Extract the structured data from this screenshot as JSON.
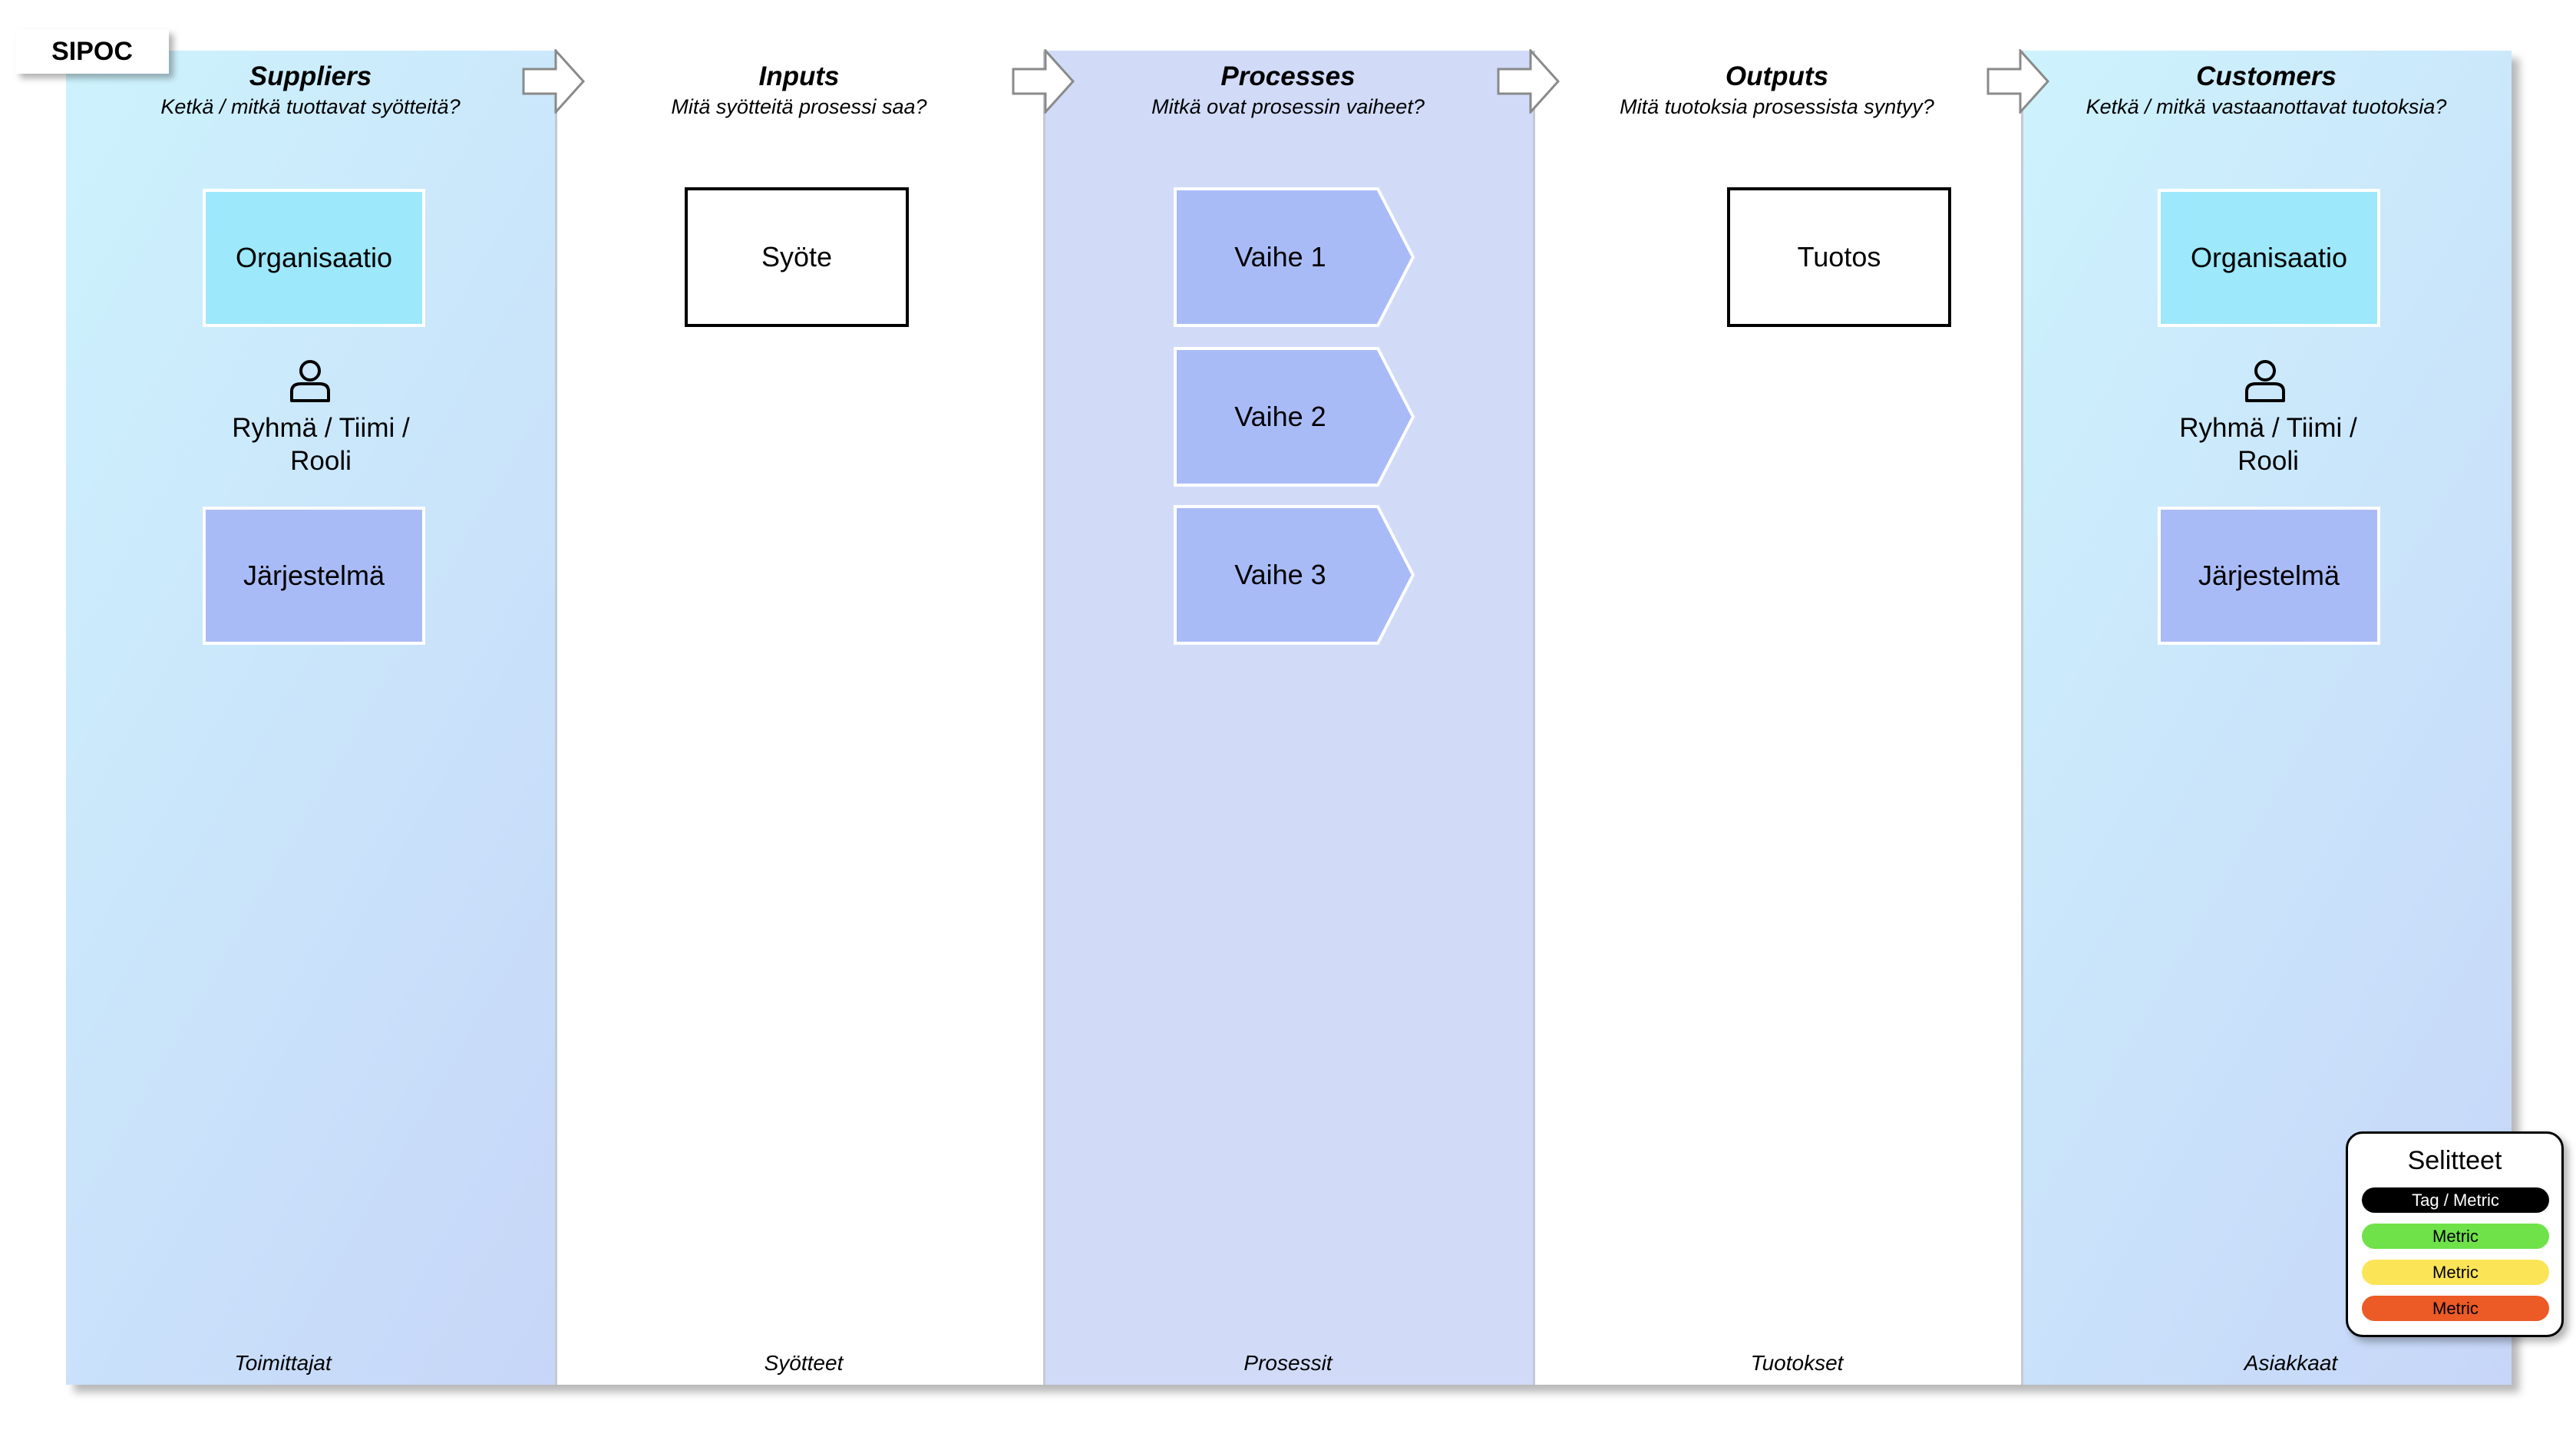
{
  "tab": "SIPOC",
  "columns": {
    "suppliers": {
      "title": "Suppliers",
      "subtitle": "Ketkä / mitkä tuottavat syötteitä?",
      "footer": "Toimittajat",
      "org": "Organisaatio",
      "role": "Ryhmä / Tiimi / Rooli",
      "system": "Järjestelmä"
    },
    "inputs": {
      "title": "Inputs",
      "subtitle": "Mitä syötteitä prosessi saa?",
      "footer": "Syötteet",
      "item": "Syöte"
    },
    "processes": {
      "title": "Processes",
      "subtitle": "Mitkä ovat prosessin vaiheet?",
      "footer": "Prosessit",
      "steps": [
        "Vaihe 1",
        "Vaihe 2",
        "Vaihe 3"
      ]
    },
    "outputs": {
      "title": "Outputs",
      "subtitle": "Mitä tuotoksia prosessista syntyy?",
      "footer": "Tuotokset",
      "item": "Tuotos"
    },
    "customers": {
      "title": "Customers",
      "subtitle": "Ketkä / mitkä vastaanottavat tuotoksia?",
      "footer": "Asiakkaat",
      "org": "Organisaatio",
      "role": "Ryhmä / Tiimi / Rooli",
      "system": "Järjestelmä"
    }
  },
  "legend": {
    "title": "Selitteet",
    "items": [
      {
        "label": "Tag / Metric",
        "color": "#000000",
        "text_color": "#ffffff"
      },
      {
        "label": "Metric",
        "color": "#6fe24a",
        "text_color": "#000000"
      },
      {
        "label": "Metric",
        "color": "#fbe456",
        "text_color": "#000000"
      },
      {
        "label": "Metric",
        "color": "#ec5a25",
        "text_color": "#000000"
      }
    ]
  },
  "colors": {
    "org_fill": "#9de8fa",
    "system_fill": "#a9bbf7",
    "process_column": "#d1dbf8",
    "step_fill": "#a9bbf7"
  },
  "icons": [
    "person-icon",
    "flow-arrow-icon"
  ]
}
